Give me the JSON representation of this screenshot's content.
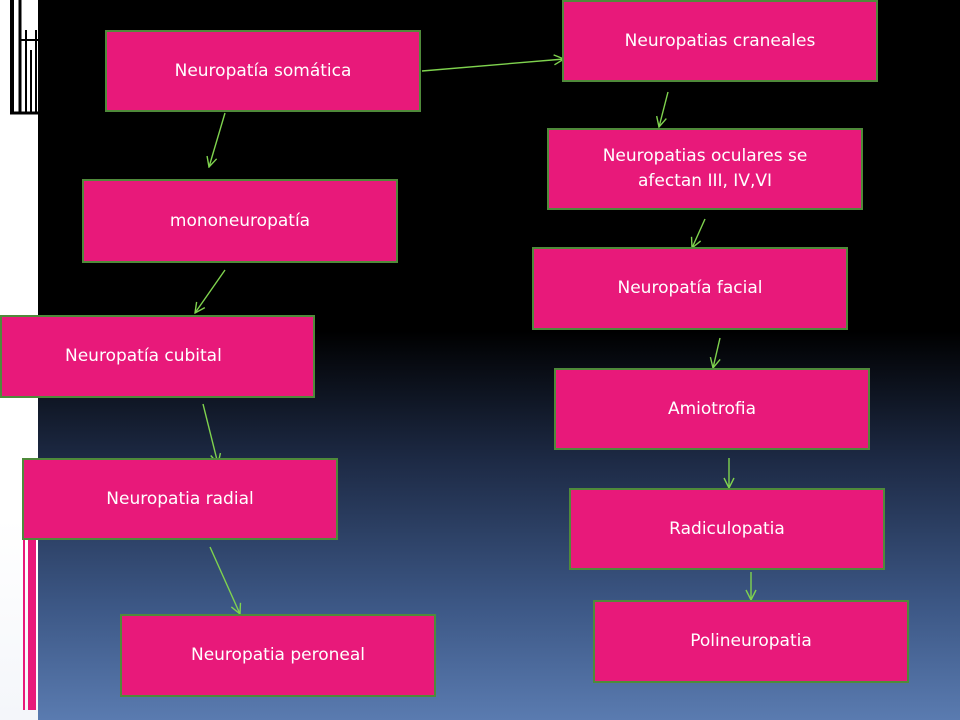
{
  "colors": {
    "box_fill": "#e8197a",
    "box_border": "#4f8a3a",
    "arrow": "#7fd34e",
    "text": "#ffffff"
  },
  "nodes": {
    "somatica": "Neuropatía somática",
    "mono": "mononeuropatía",
    "cubital": "Neuropatía cubital",
    "radial": "Neuropatia radial",
    "peroneal": "Neuropatia peroneal",
    "craneales": "Neuropatias craneales",
    "oculares": "Neuropatias oculares se afectan III, IV,VI",
    "facial": "Neuropatía facial",
    "amiotrofia": "Amiotrofia",
    "radiculo": "Radiculopatia",
    "poli": "Polineuropatia"
  },
  "edges": [
    [
      "somatica",
      "craneales"
    ],
    [
      "somatica",
      "mono"
    ],
    [
      "mono",
      "cubital"
    ],
    [
      "cubital",
      "radial"
    ],
    [
      "radial",
      "peroneal"
    ],
    [
      "craneales",
      "oculares"
    ],
    [
      "oculares",
      "facial"
    ],
    [
      "facial",
      "amiotrofia"
    ],
    [
      "amiotrofia",
      "radiculo"
    ],
    [
      "radiculo",
      "poli"
    ]
  ]
}
